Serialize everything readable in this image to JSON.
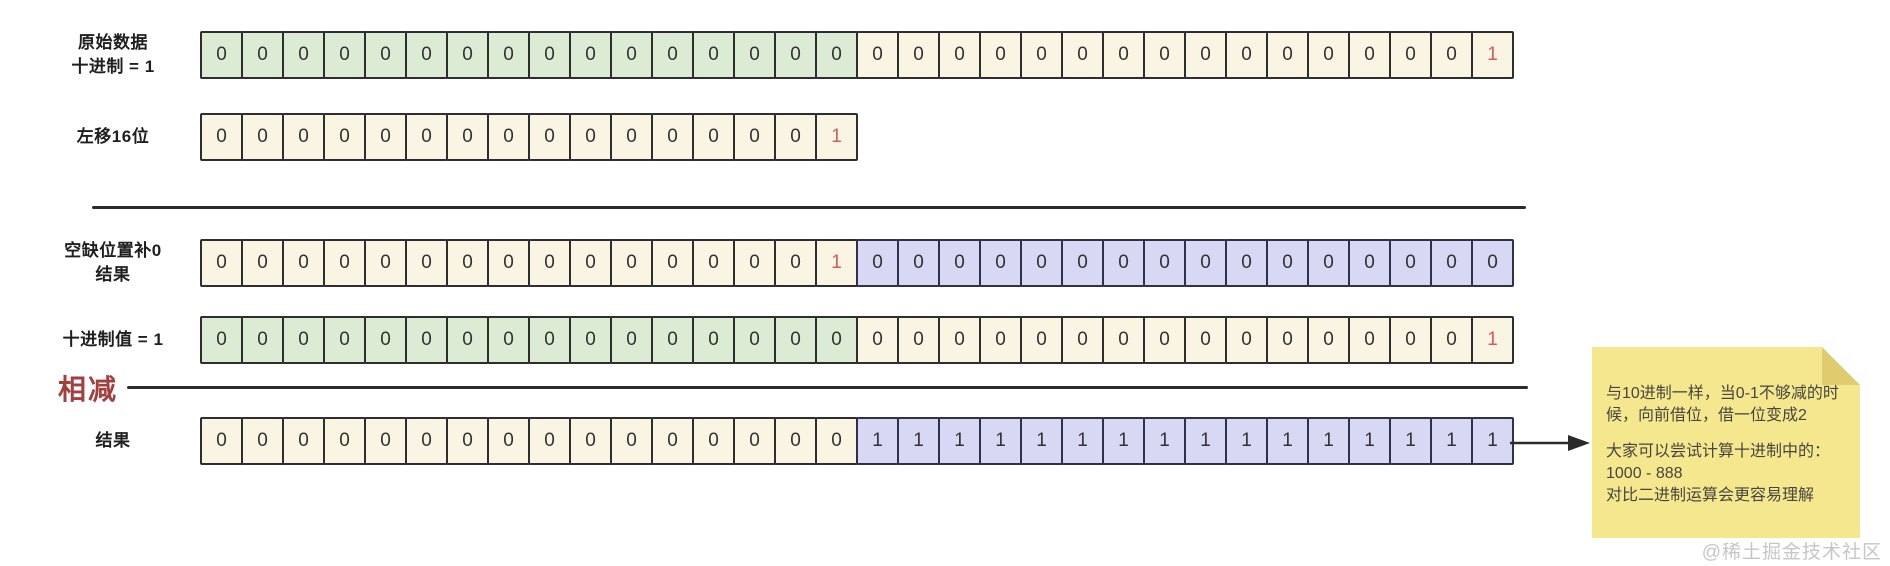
{
  "colors": {
    "green": "#dcecd4",
    "cream": "#faf5e3",
    "purple": "#d6d8f4",
    "border": "#2e2e2e",
    "purple_border": "#30304a",
    "dark_text": "#323232",
    "red_bit": "#d65a5a",
    "subtract_red": "#a33f3f",
    "line": "#2b2b2b",
    "note_bg": "#f4e78e",
    "note_fold": "#e0cb6e",
    "watermark_gray": "#c6c6c6"
  },
  "rows": [
    {
      "name": "original-data",
      "label_lines": [
        "原始数据",
        "十进制  = 1"
      ],
      "segments": [
        {
          "count": 16,
          "v": "0",
          "bg": "green",
          "fg": "dark"
        },
        {
          "count": 15,
          "v": "0",
          "bg": "cream",
          "fg": "dark"
        },
        {
          "count": 1,
          "v": "1",
          "bg": "cream",
          "fg": "red"
        }
      ]
    },
    {
      "name": "shift-left-16",
      "label_lines": [
        "左移16位"
      ],
      "segments": [
        {
          "count": 15,
          "v": "0",
          "bg": "cream",
          "fg": "dark"
        },
        {
          "count": 1,
          "v": "1",
          "bg": "cream",
          "fg": "red"
        }
      ]
    },
    {
      "name": "pad-zero-result",
      "label_lines": [
        "空缺位置补0",
        "结果"
      ],
      "segments": [
        {
          "count": 15,
          "v": "0",
          "bg": "cream",
          "fg": "dark"
        },
        {
          "count": 1,
          "v": "1",
          "bg": "cream",
          "fg": "red"
        },
        {
          "count": 16,
          "v": "0",
          "bg": "purple",
          "fg": "dark"
        }
      ]
    },
    {
      "name": "decimal-value-1",
      "label_lines": [
        "十进制值 = 1"
      ],
      "segments": [
        {
          "count": 16,
          "v": "0",
          "bg": "green",
          "fg": "dark"
        },
        {
          "count": 15,
          "v": "0",
          "bg": "cream",
          "fg": "dark"
        },
        {
          "count": 1,
          "v": "1",
          "bg": "cream",
          "fg": "red"
        }
      ]
    },
    {
      "name": "result",
      "label_lines": [
        "结果"
      ],
      "segments": [
        {
          "count": 16,
          "v": "0",
          "bg": "cream",
          "fg": "dark"
        },
        {
          "count": 16,
          "v": "1",
          "bg": "purple",
          "fg": "dark"
        }
      ]
    }
  ],
  "subtract_label": "相减",
  "note": {
    "para1": "与10进制一样，当0-1不够减的时候，向前借位，借一位变成2",
    "line2": "大家可以尝试计算十进制中的：",
    "line3": "1000 - 888",
    "line4": "对比二进制运算会更容易理解"
  },
  "watermark": {
    "text": "@稀土掘金技术社区"
  }
}
